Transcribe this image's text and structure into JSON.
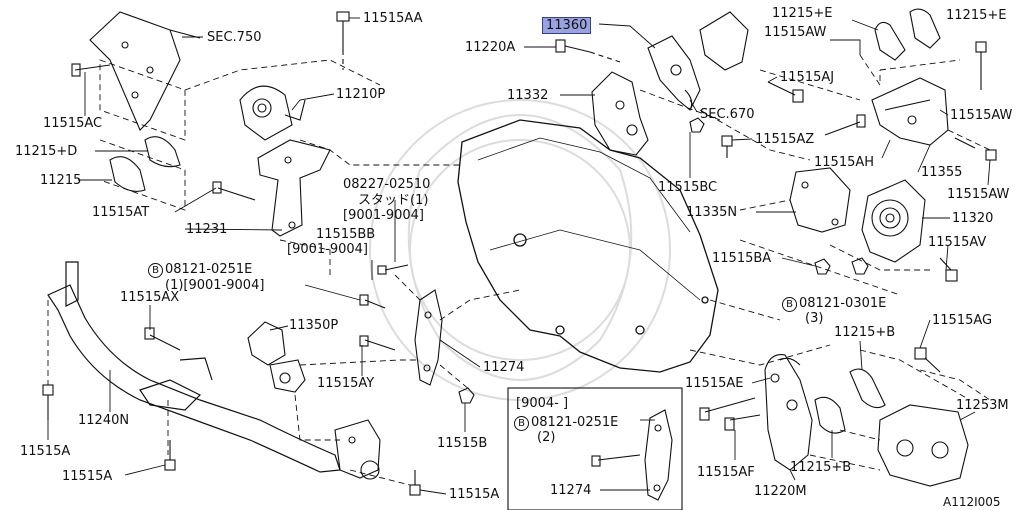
{
  "labels": {
    "sec750": "SEC.750",
    "p11515AA": "11515AA",
    "p11360": "11360",
    "p11215E_a": "11215+E",
    "p11215E_b": "11215+E",
    "p11220A": "11220A",
    "p11515AW_a": "11515AW",
    "p11515AJ": "11515AJ",
    "p11210P": "11210P",
    "p11332": "11332",
    "sec670": "SEC.670",
    "p11515AW_b": "11515AW",
    "p11515AC": "11515AC",
    "p11515AZ": "11515AZ",
    "p11215D": "11215+D",
    "p11515AH": "11515AH",
    "p11355": "11355",
    "p11215": "11215",
    "p11515BC": "11515BC",
    "p11515AW_c": "11515AW",
    "p08227": "08227-02510",
    "stud": "スタッド(1)",
    "range1": "[9001-9004]",
    "p11515AT": "11515AT",
    "p11335N": "11335N",
    "p11320": "11320",
    "p11515BB": "11515BB",
    "p11231": "11231",
    "range2": "[9001-9004]",
    "p11515AV": "11515AV",
    "p11515BA": "11515BA",
    "circB": "B",
    "p08121a": "08121-0251E",
    "qty1": "(1)[9001-9004]",
    "p08121b": "08121-0301E",
    "qty3": "(3)",
    "p11515AX": "11515AX",
    "p11215B_a": "11215+B",
    "p11515AG": "11515AG",
    "p11350P": "11350P",
    "p11274_a": "11274",
    "p11515AY": "11515AY",
    "p11515AE": "11515AE",
    "p11253M": "11253M",
    "p11240N": "11240N",
    "range3": "[9004-    ]",
    "p08121c": "08121-0251E",
    "qty2": "(2)",
    "p11515B": "11515B",
    "p11515A_a": "11515A",
    "p11515A_b": "11515A",
    "p11515AF": "11515AF",
    "p11215B_b": "11215+B",
    "p11220M": "11220M",
    "p11274_b": "11274",
    "p11515A_c": "11515A",
    "diagram_id": "A112I005"
  },
  "highlight_color": "#9aa3e0"
}
